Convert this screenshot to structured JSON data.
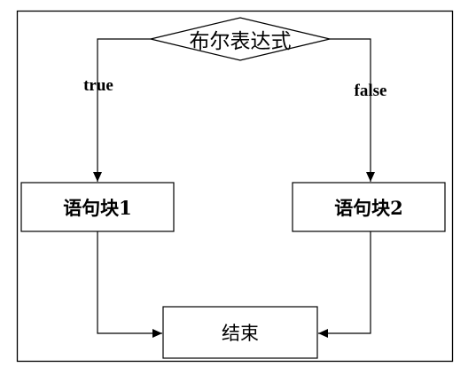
{
  "diagram": {
    "condition": "布尔表达式",
    "true_label": "true",
    "false_label": "false",
    "block1": "语句块1",
    "block2": "语句块2",
    "end": "结束"
  }
}
